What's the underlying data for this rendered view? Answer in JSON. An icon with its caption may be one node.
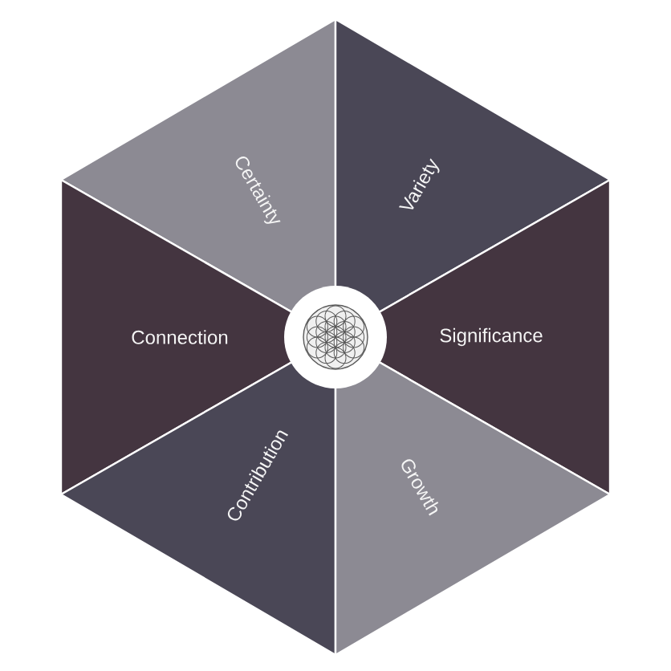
{
  "diagram": {
    "nodes": [
      {
        "text": [
          "Certainty"
        ]
      },
      {
        "text": [
          "Variety"
        ]
      },
      {
        "text": [
          "Connection"
        ]
      },
      {
        "text": [
          "Significance"
        ]
      },
      {
        "text": [
          "Contribution"
        ]
      },
      {
        "text": [
          "Growth"
        ]
      }
    ]
  }
}
